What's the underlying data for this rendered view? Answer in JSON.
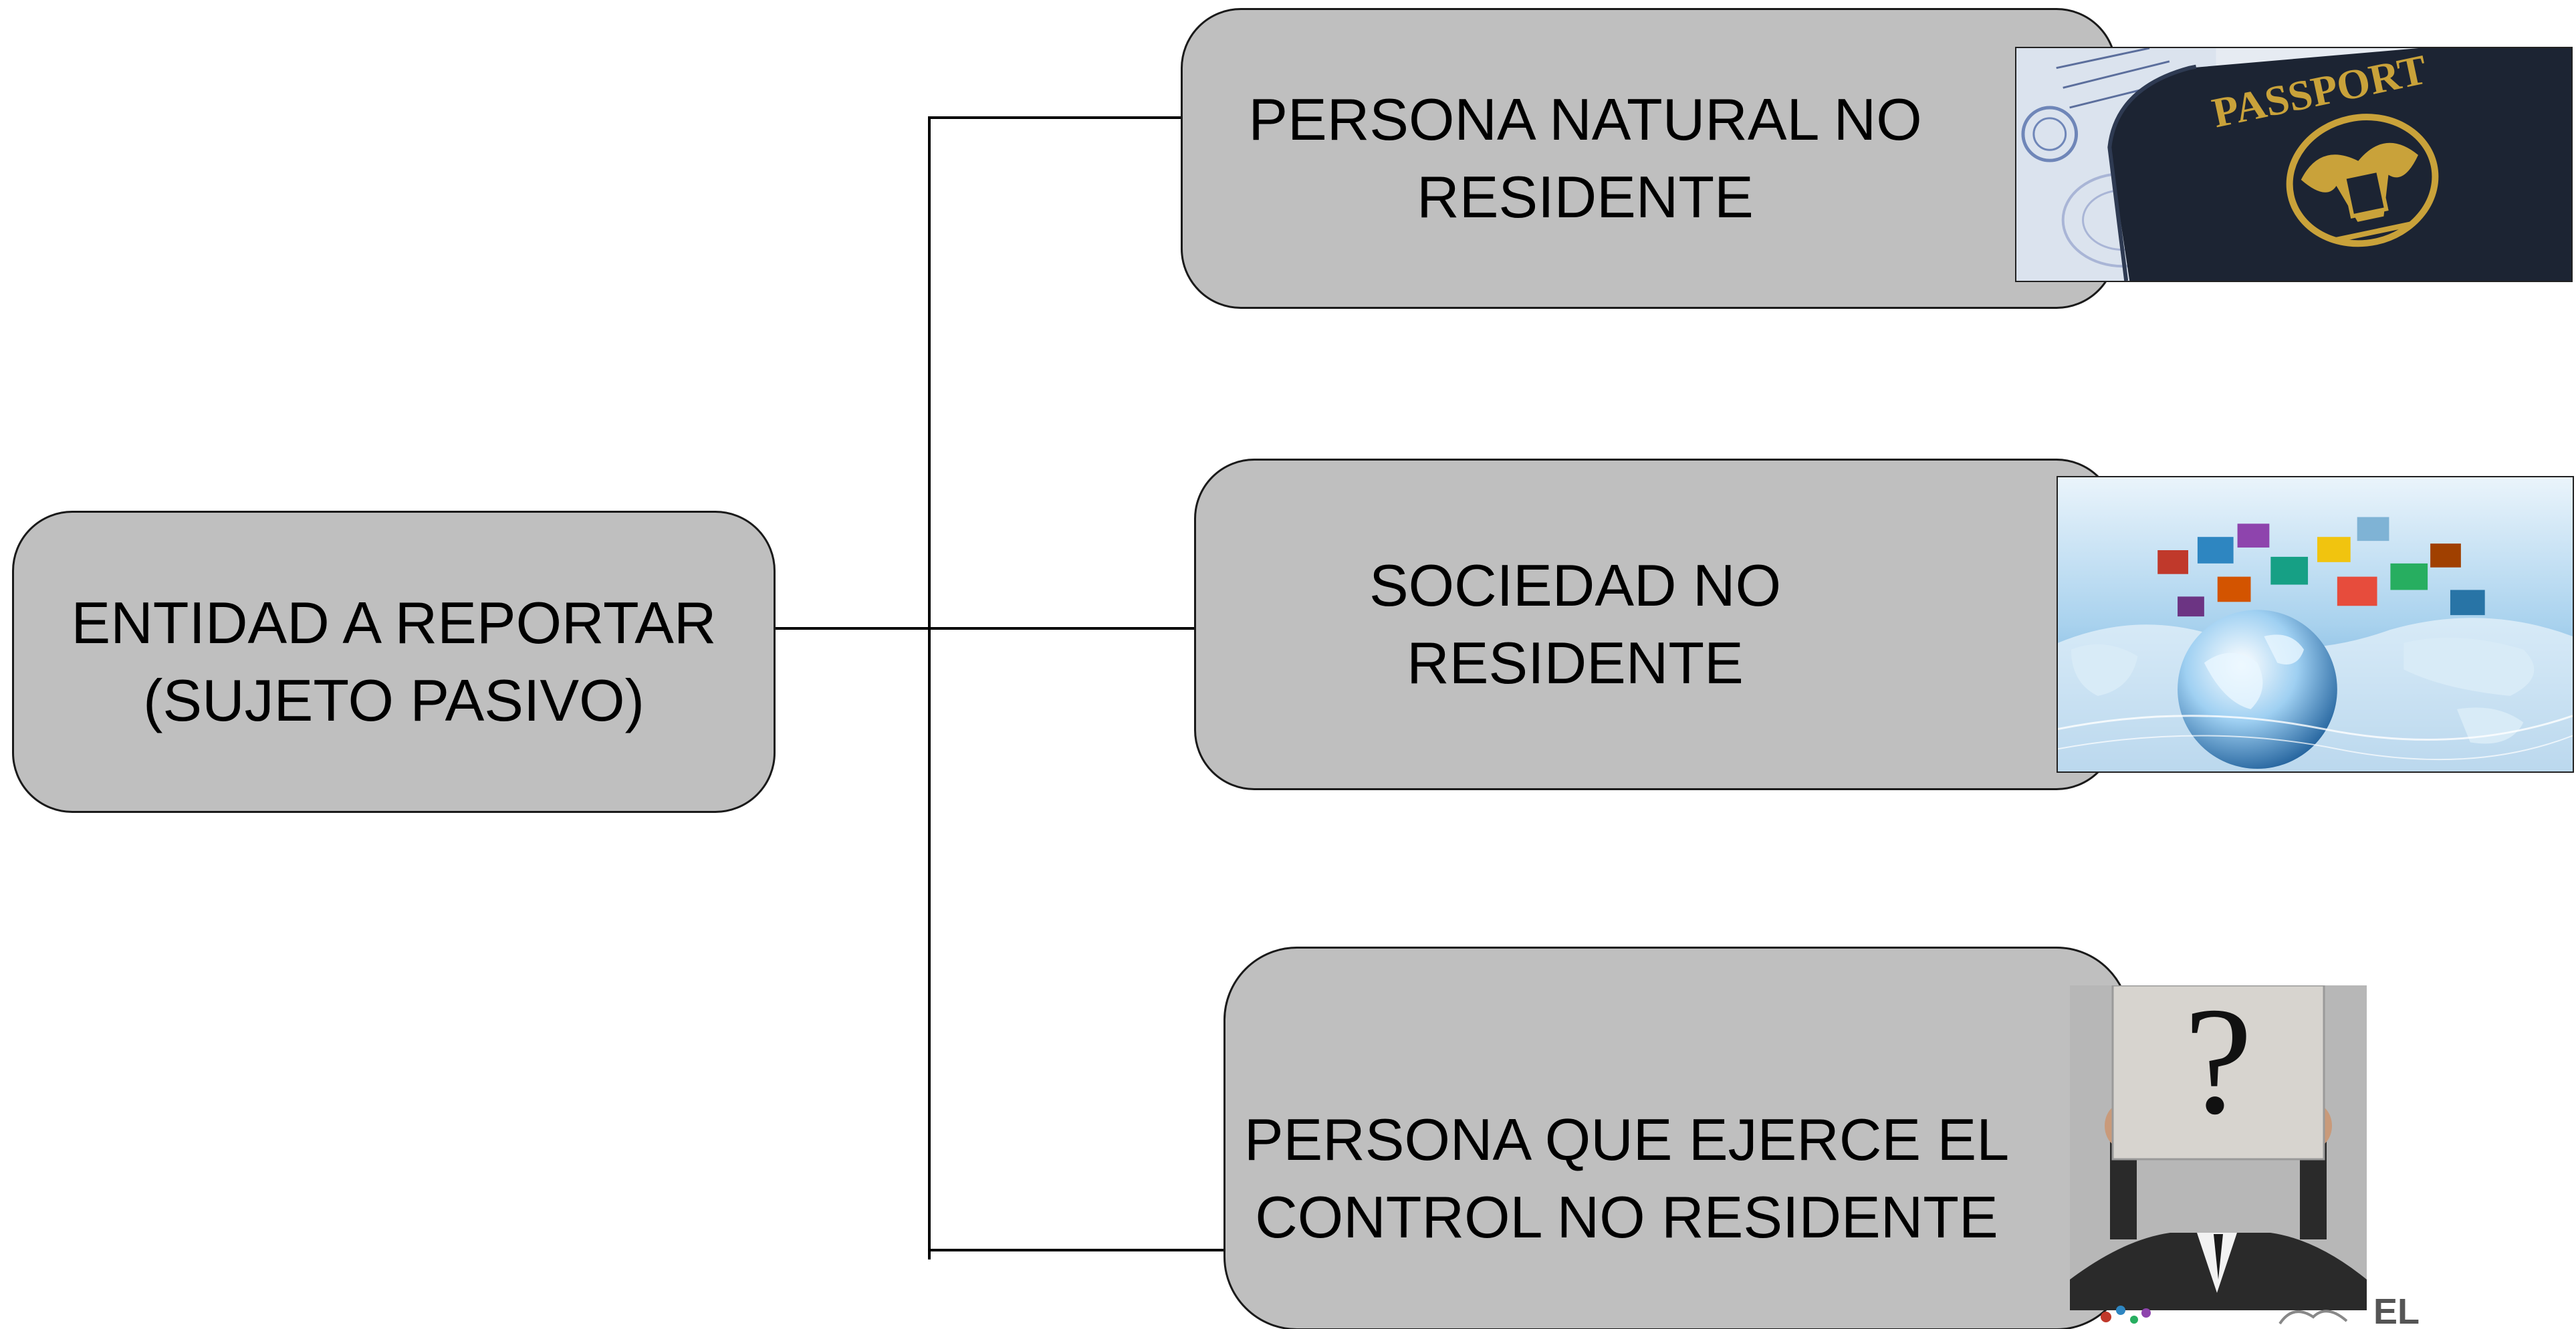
{
  "diagram": {
    "root": {
      "label": "ENTIDAD A REPORTAR\n(SUJETO PASIVO)"
    },
    "children": [
      {
        "label": "PERSONA NATURAL NO\nRESIDENTE",
        "image": "passport-image"
      },
      {
        "label": "SOCIEDAD NO RESIDENTE",
        "image": "world-map-globe-image"
      },
      {
        "label": "PERSONA QUE EJERCE EL\nCONTROL NO RESIDENTE",
        "image": "question-sign-person-image"
      }
    ]
  },
  "images": {
    "passport_text": "PASSPORT",
    "question_mark": "?"
  },
  "footer_logo": {
    "text": "EL"
  },
  "colors": {
    "box_fill": "#bfbfbf",
    "box_border": "#1a1a1a",
    "connector": "#000000",
    "passport_cover": "#1c2433",
    "passport_gold": "#c9a23a"
  }
}
